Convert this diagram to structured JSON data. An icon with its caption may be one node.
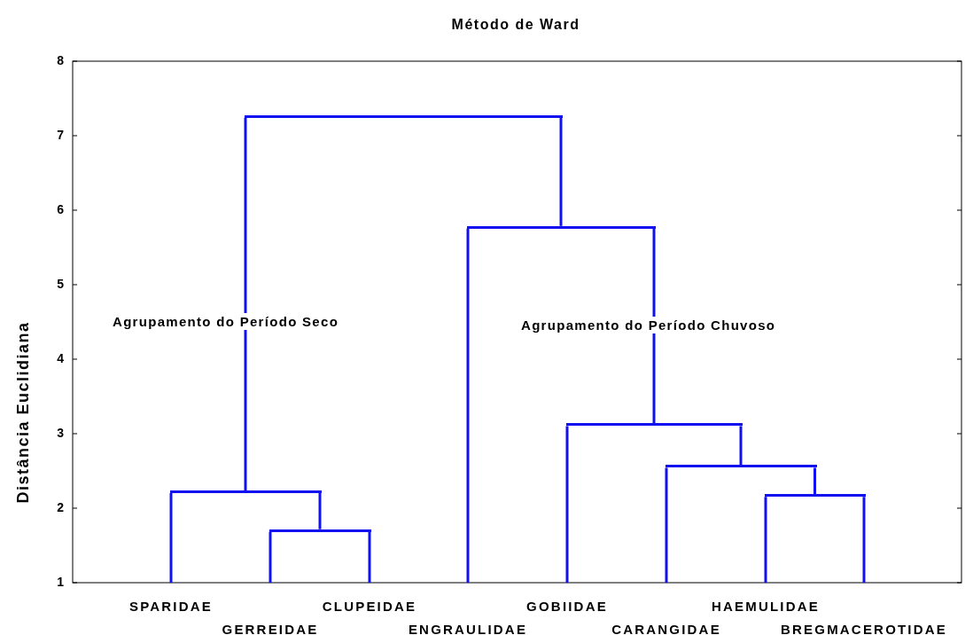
{
  "diagram": {
    "title": "Método de Ward",
    "nodes": [
      {
        "text": [
          "SPARIDAE"
        ]
      },
      {
        "text": [
          "GERREIDAE"
        ]
      },
      {
        "text": [
          "CLUPEIDAE"
        ]
      },
      {
        "text": [
          "ENGRAULIDAE"
        ]
      },
      {
        "text": [
          "GOBIIDAE"
        ]
      },
      {
        "text": [
          "CARANGIDAE"
        ]
      },
      {
        "text": [
          "HAEMULIDAE"
        ]
      },
      {
        "text": [
          "BREGMACEROTIDAE"
        ]
      },
      {
        "text": [],
        "shape": "bar"
      },
      {
        "text": [],
        "shape": "bar"
      },
      {
        "text": [],
        "shape": "bar"
      },
      {
        "text": [],
        "shape": "bar"
      },
      {
        "text": [],
        "shape": "bar"
      },
      {
        "text": [],
        "shape": "bar"
      },
      {
        "text": [],
        "shape": "bar"
      }
    ],
    "edges": [
      {
        "from": 8,
        "to": 1,
        "arrow": "none"
      },
      {
        "from": 8,
        "to": 2,
        "arrow": "none"
      },
      {
        "from": 9,
        "to": 0,
        "arrow": "none"
      },
      {
        "from": 9,
        "to": 8,
        "arrow": "none"
      },
      {
        "from": 10,
        "to": 6,
        "arrow": "none"
      },
      {
        "from": 10,
        "to": 7,
        "arrow": "none"
      },
      {
        "from": 11,
        "to": 5,
        "arrow": "none"
      },
      {
        "from": 11,
        "to": 10,
        "arrow": "none"
      },
      {
        "from": 12,
        "to": 4,
        "arrow": "none"
      },
      {
        "from": 12,
        "to": 11,
        "arrow": "none"
      },
      {
        "from": 13,
        "to": 3,
        "arrow": "none"
      },
      {
        "from": 13,
        "to": 12,
        "arrow": "none"
      },
      {
        "from": 14,
        "to": 9,
        "arrow": "none"
      },
      {
        "from": 14,
        "to": 13,
        "arrow": "none"
      }
    ],
    "labels": [
      "Distância Euclidiana",
      "8",
      "7",
      "6",
      "5",
      "Agrupamento do Período Seco",
      "Agrupamento do Período Chuvoso",
      "4",
      "3",
      "2",
      "1"
    ]
  }
}
